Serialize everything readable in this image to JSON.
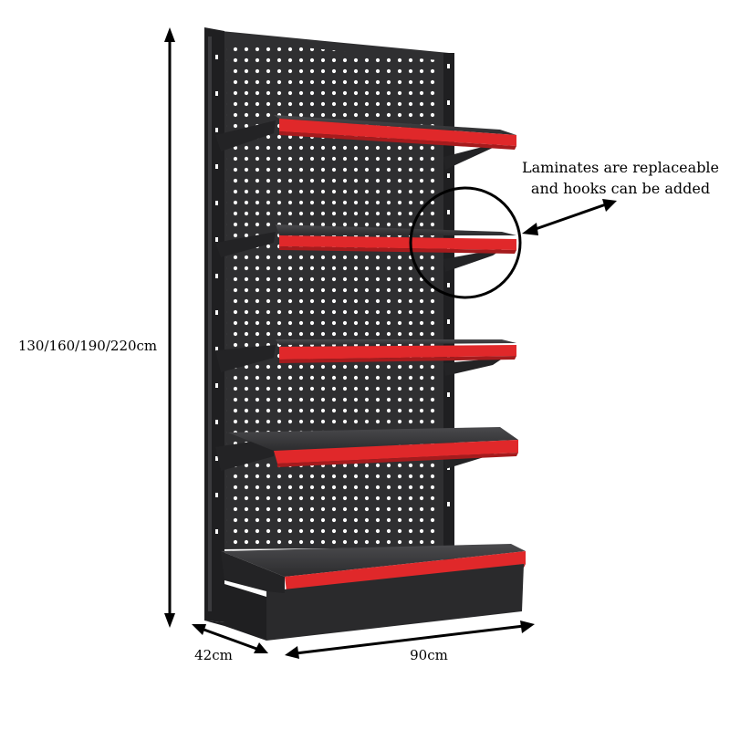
{
  "dimensions": {
    "height_label": "130/160/190/220cm",
    "depth_label": "42cm",
    "width_label": "90cm"
  },
  "callout": {
    "line1": "Laminates are replaceable",
    "line2": "and hooks can be added"
  },
  "colors": {
    "frame": "#2f2f31",
    "frame_dark": "#1f1f21",
    "shelf_top": "#3a3a3c",
    "laminate": "#e0282a",
    "laminate_dark": "#a51b1d",
    "holes": "#ffffff",
    "ink": "#000000"
  }
}
